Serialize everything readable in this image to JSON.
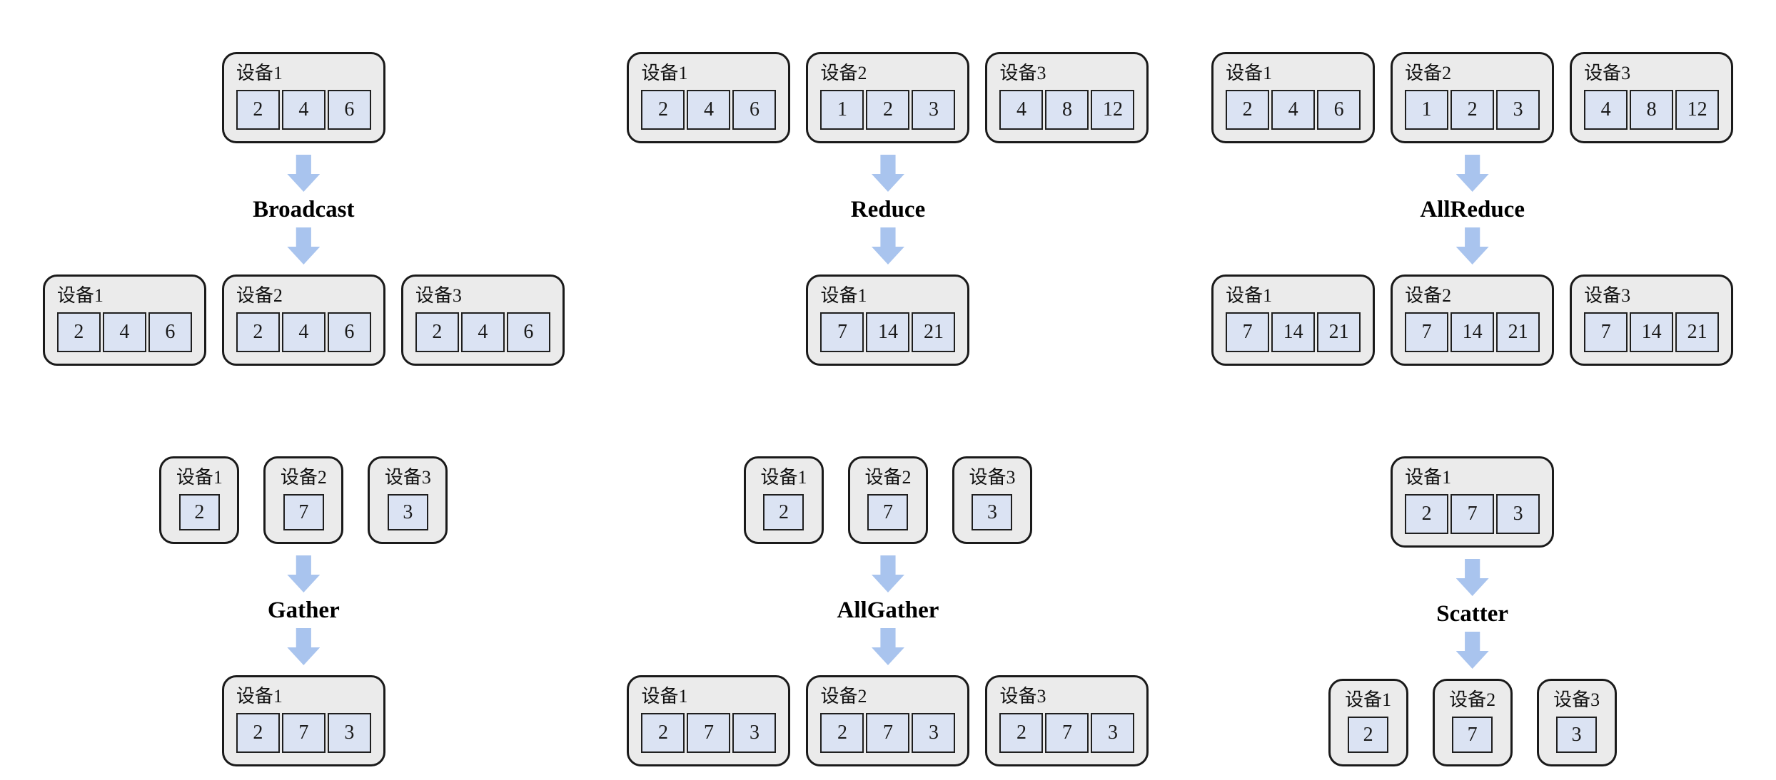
{
  "colors": {
    "device_fill": "#ebebeb",
    "device_border": "#1a1a1a",
    "cell_fill": "#dbe3f3",
    "cell_border": "#1f1f1f",
    "arrow": "#a9c4ee",
    "label_color": "#000000"
  },
  "panels": [
    {
      "id": "broadcast",
      "label": "Broadcast",
      "top": [
        {
          "name": "设备1",
          "cells": [
            "2",
            "4",
            "6"
          ]
        }
      ],
      "bottom": [
        {
          "name": "设备1",
          "cells": [
            "2",
            "4",
            "6"
          ]
        },
        {
          "name": "设备2",
          "cells": [
            "2",
            "4",
            "6"
          ]
        },
        {
          "name": "设备3",
          "cells": [
            "2",
            "4",
            "6"
          ]
        }
      ]
    },
    {
      "id": "reduce",
      "label": "Reduce",
      "top": [
        {
          "name": "设备1",
          "cells": [
            "2",
            "4",
            "6"
          ]
        },
        {
          "name": "设备2",
          "cells": [
            "1",
            "2",
            "3"
          ]
        },
        {
          "name": "设备3",
          "cells": [
            "4",
            "8",
            "12"
          ]
        }
      ],
      "bottom": [
        {
          "name": "设备1",
          "cells": [
            "7",
            "14",
            "21"
          ]
        }
      ]
    },
    {
      "id": "allreduce",
      "label": "AllReduce",
      "top": [
        {
          "name": "设备1",
          "cells": [
            "2",
            "4",
            "6"
          ]
        },
        {
          "name": "设备2",
          "cells": [
            "1",
            "2",
            "3"
          ]
        },
        {
          "name": "设备3",
          "cells": [
            "4",
            "8",
            "12"
          ]
        }
      ],
      "bottom": [
        {
          "name": "设备1",
          "cells": [
            "7",
            "14",
            "21"
          ]
        },
        {
          "name": "设备2",
          "cells": [
            "7",
            "14",
            "21"
          ]
        },
        {
          "name": "设备3",
          "cells": [
            "7",
            "14",
            "21"
          ]
        }
      ]
    },
    {
      "id": "gather",
      "label": "Gather",
      "top": [
        {
          "name": "设备1",
          "cells": [
            "2"
          ]
        },
        {
          "name": "设备2",
          "cells": [
            "7"
          ]
        },
        {
          "name": "设备3",
          "cells": [
            "3"
          ]
        }
      ],
      "bottom": [
        {
          "name": "设备1",
          "cells": [
            "2",
            "7",
            "3"
          ]
        }
      ]
    },
    {
      "id": "allgather",
      "label": "AllGather",
      "top": [
        {
          "name": "设备1",
          "cells": [
            "2"
          ]
        },
        {
          "name": "设备2",
          "cells": [
            "7"
          ]
        },
        {
          "name": "设备3",
          "cells": [
            "3"
          ]
        }
      ],
      "bottom": [
        {
          "name": "设备1",
          "cells": [
            "2",
            "7",
            "3"
          ]
        },
        {
          "name": "设备2",
          "cells": [
            "2",
            "7",
            "3"
          ]
        },
        {
          "name": "设备3",
          "cells": [
            "2",
            "7",
            "3"
          ]
        }
      ]
    },
    {
      "id": "scatter",
      "label": "Scatter",
      "top": [
        {
          "name": "设备1",
          "cells": [
            "2",
            "7",
            "3"
          ]
        }
      ],
      "bottom": [
        {
          "name": "设备1",
          "cells": [
            "2"
          ]
        },
        {
          "name": "设备2",
          "cells": [
            "7"
          ]
        },
        {
          "name": "设备3",
          "cells": [
            "3"
          ]
        }
      ]
    }
  ]
}
